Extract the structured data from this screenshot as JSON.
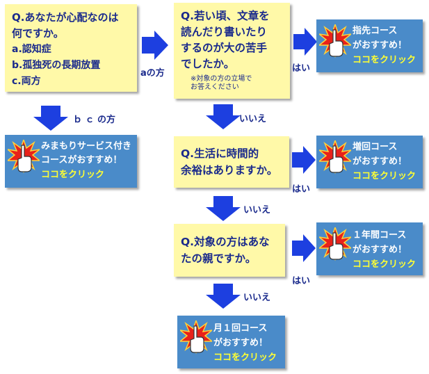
{
  "q1": {
    "line1": "Q.あなたが心配なのは",
    "line2": "何ですか。",
    "opt_a": "a.認知症",
    "opt_b": "b.孤独死の長期放置",
    "opt_c": "c.両方"
  },
  "q2": {
    "line1": "Q.若い頃、文章を",
    "line2": "読んだり書いたり",
    "line3": "するのが大の苦手",
    "line4": "でしたか。",
    "note1": "※対象の方の立場で",
    "note2": "お答えください"
  },
  "q3": {
    "line1": "Q.生活に時間的",
    "line2": "余裕はありますか。"
  },
  "q4": {
    "line1": "Q.対象の方はあな",
    "line2": "たの親ですか。"
  },
  "labels": {
    "a_route": "aの方",
    "bc_route": "ｂ ｃ の方",
    "yes": "はい",
    "no": "いいえ"
  },
  "cards": {
    "mimamori": {
      "line1": "みまもりサービス付き",
      "line2": "コースがおすすめ！",
      "cta": "ココをクリック"
    },
    "yubisaki": {
      "line1": "指先コース",
      "line2": "がおすすめ！",
      "cta": "ココをクリック"
    },
    "zokai": {
      "line1": "増回コース",
      "line2": "がおすすめ！",
      "cta": "ココをクリック"
    },
    "nenkan": {
      "line1": "１年間コース",
      "line2": "がおすすめ！",
      "cta": "ココをクリック"
    },
    "tsuki1": {
      "line1": "月１回コース",
      "line2": "がおすすめ！",
      "cta": "ココをクリック"
    }
  },
  "colors": {
    "question_bg": "#fff9a8",
    "card_bg": "#4a8bc9",
    "arrow": "#1d3fe0",
    "cta_text": "#ffff33",
    "question_text": "#1a2a8c"
  },
  "icons": [
    "pointing-hand-burst-icon"
  ]
}
